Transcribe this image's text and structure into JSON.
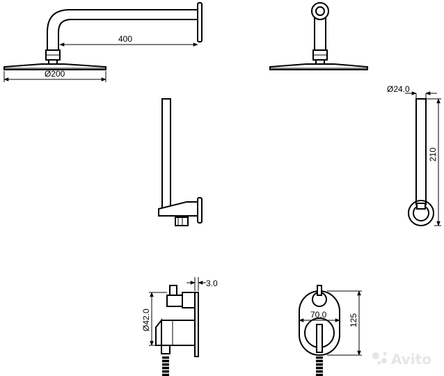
{
  "dimensions": {
    "arm_length": "400",
    "head_diameter": "Ø200",
    "rail_diameter": "Ø24.0",
    "rail_height": "210",
    "plate_gap": "3.0",
    "handle_diameter": "Ø42.0",
    "plate_width": "70.0",
    "plate_height": "125"
  },
  "watermark": {
    "text": "Avito"
  }
}
